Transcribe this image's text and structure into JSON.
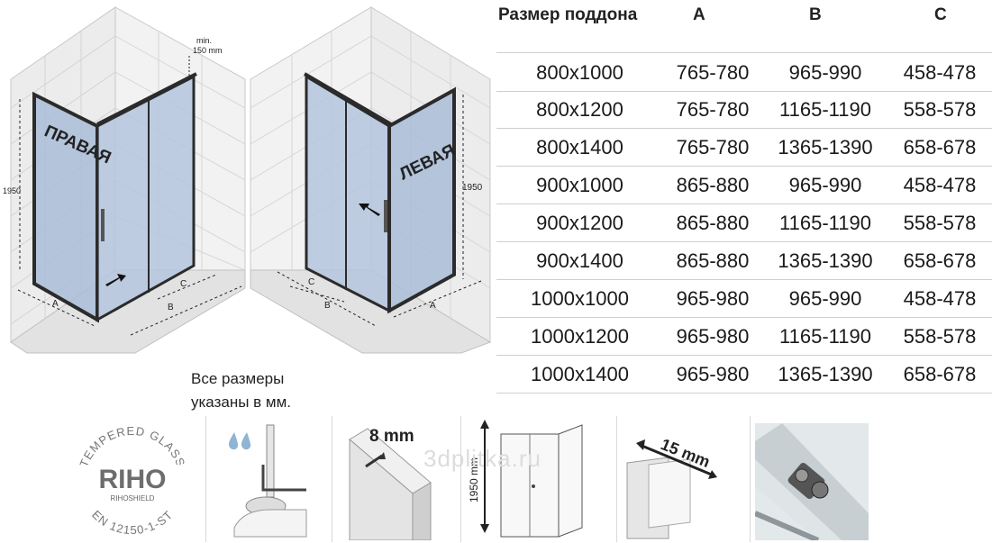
{
  "table": {
    "headers": [
      "Размер поддона",
      "A",
      "B",
      "C"
    ],
    "rows": [
      [
        "800x1000",
        "765-780",
        "965-990",
        "458-478"
      ],
      [
        "800x1200",
        "765-780",
        "1165-1190",
        "558-578"
      ],
      [
        "800x1400",
        "765-780",
        "1365-1390",
        "658-678"
      ],
      [
        "900x1000",
        "865-880",
        "965-990",
        "458-478"
      ],
      [
        "900x1200",
        "865-880",
        "1165-1190",
        "558-578"
      ],
      [
        "900x1400",
        "865-880",
        "1365-1390",
        "658-678"
      ],
      [
        "1000x1000",
        "965-980",
        "965-990",
        "458-478"
      ],
      [
        "1000x1200",
        "965-980",
        "1165-1190",
        "558-578"
      ],
      [
        "1000x1400",
        "965-980",
        "1365-1390",
        "658-678"
      ]
    ]
  },
  "note": {
    "line1": "Все размеры",
    "line2": "указаны в мм."
  },
  "diagram_right": {
    "side_label": "ПРАВАЯ",
    "height_label": "1950",
    "min_label_1": "min.",
    "min_label_2": "150 mm",
    "dim_a": "A",
    "dim_b": "B",
    "dim_c": "C"
  },
  "diagram_left": {
    "side_label": "ЛЕВАЯ",
    "height_label": "1950",
    "dim_a": "A",
    "dim_b": "B",
    "dim_c": "C"
  },
  "badge": {
    "arc_top": "TEMPERED GLASS",
    "brand": "RIHO",
    "sub": "RIHOSHIELD",
    "arc_bottom": "EN 12150-1-ST"
  },
  "features": {
    "glass_thickness": "8 mm",
    "height": "1950 mm",
    "adjust": "15 mm"
  },
  "watermark": "3dplitka.ru",
  "colors": {
    "glass": "#a9bdd8",
    "frame": "#2b2b2b",
    "tile": "#e9e9e9"
  }
}
